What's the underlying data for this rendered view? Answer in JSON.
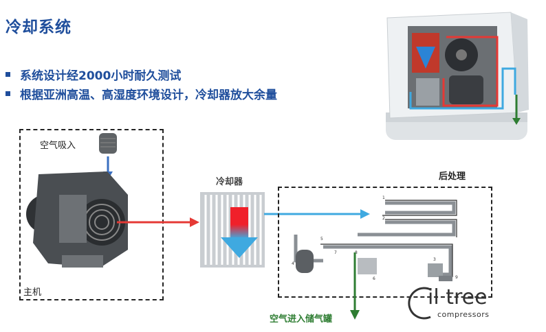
{
  "title": "冷却系统",
  "bullets": [
    "系统设计经2000小时耐久测试",
    "根据亚洲高温、高湿度环境设计，冷却器放大余量"
  ],
  "labels": {
    "air_intake": "空气吸入",
    "main_unit": "主机",
    "cooler": "冷却器",
    "aftertreatment": "后处理",
    "to_tank": "空气进入储气罐"
  },
  "logo": {
    "main": "il tree",
    "sub": "compressors"
  },
  "colors": {
    "title_blue": "#1f4e9c",
    "red_arrow": "#e53935",
    "blue_arrow": "#3fa9e0",
    "green_arrow": "#2e7d32"
  }
}
